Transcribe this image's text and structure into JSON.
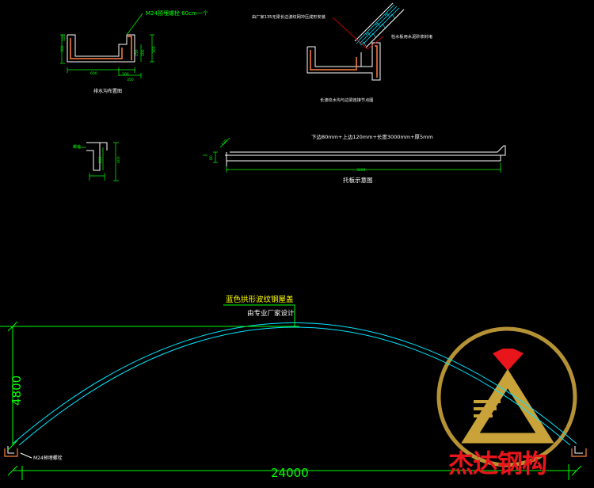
{
  "colors": {
    "background": "#000000",
    "outline": "#ffffff",
    "dimension": "#00ff00",
    "leader": "#ff0000",
    "structure_orange": "#ff7f3f",
    "arch_cyan": "#00e5ff",
    "label_yellow": "#ffff00",
    "logo_gold": "#c9a23a",
    "logo_red": "#e8161b"
  },
  "detail_channel": {
    "bolt_note": "M24预埋螺栓 60cm一个",
    "dims": {
      "d300": "300",
      "d120": "120",
      "d250": "250",
      "d200": "200",
      "d600": "600",
      "d100": "100",
      "d350": "350"
    },
    "caption": "排水沟布置图"
  },
  "detail_gutter": {
    "note_top": "由厂家135无梁长边波纹网冲压成形安装",
    "note_side": "检水板用水泥砂浆封堵",
    "caption": "长波纹水沟与边梁连接节点图"
  },
  "detail_bolt": {
    "label": "螺栓",
    "dims": {
      "d200": "200",
      "d400": "400"
    }
  },
  "detail_plate": {
    "spec": "下边80mm+上边120mm+长度3000mm+厚5mm",
    "dims": {
      "d120": "120",
      "d80": "80",
      "d3000": "3000"
    },
    "caption": "托板示意图"
  },
  "arch": {
    "title": "蓝色拱形波纹钢屋盖",
    "subtitle": "由专业厂家设计",
    "height": "4800",
    "span": "24000",
    "anchor_note": "M24预埋螺栓"
  },
  "logo": {
    "text": "杰达钢构"
  }
}
